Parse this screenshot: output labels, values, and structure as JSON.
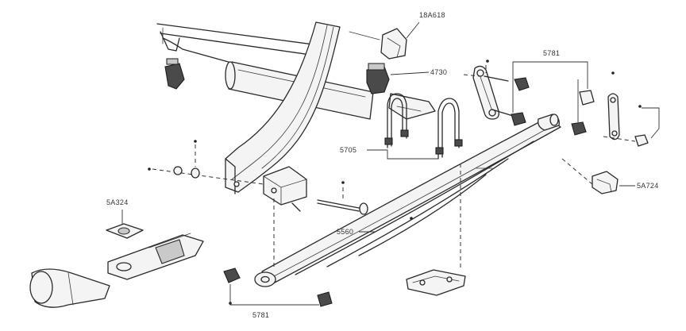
{
  "diagram": {
    "callouts": {
      "clip": "18A618",
      "bumper": "4730",
      "shackle_bushing_top": "5781",
      "u_bolt": "5705",
      "spring": "5560",
      "bracket_left": "5A324",
      "bracket_right": "5A724",
      "bushing_bottom": "5781"
    }
  }
}
